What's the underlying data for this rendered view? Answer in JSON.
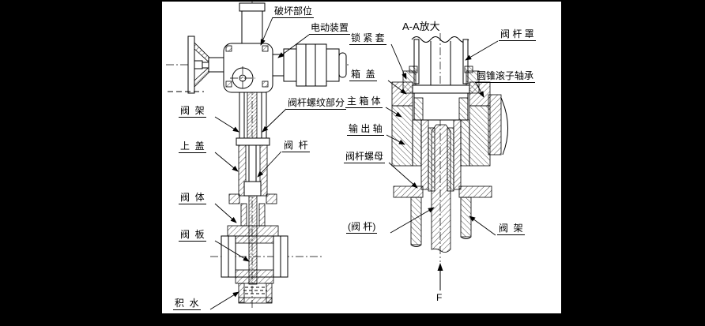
{
  "drawing": {
    "left_view": {
      "labels": {
        "damage_part": "破坏部位",
        "electric_actuator": "电动装置",
        "stem_thread_part": "阀杆螺纹部分",
        "valve_stem": "阀  杆",
        "valve_yoke": "阀  架",
        "upper_cover": "上  盖",
        "valve_body": "阀  体",
        "valve_plate": "阀  板",
        "accumulated_water": "积  水"
      }
    },
    "right_view": {
      "title": "A-A放大",
      "labels": {
        "lock_sleeve": "锁 紧 套",
        "box_cover": "箱  盖",
        "main_box_body": "主 箱 体",
        "output_shaft": "输 出 轴",
        "stem_nut": "阀杆螺母",
        "valve_stem_paren": "(阀 杆)",
        "stem_cover": "阀 杆 罩",
        "taper_roller_bearing": "圆锥滚子轴承",
        "valve_yoke": "阀  架",
        "force": "F"
      }
    },
    "colors": {
      "line": "#000000",
      "paper": "#ffffff",
      "frame": "#000000"
    }
  }
}
